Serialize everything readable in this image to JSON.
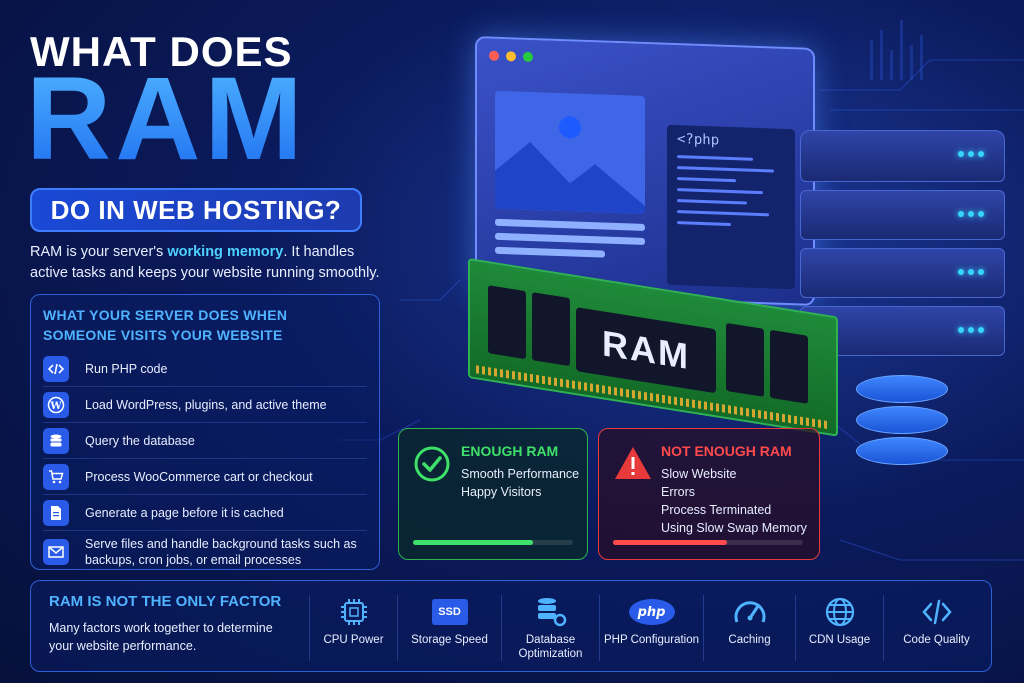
{
  "title": {
    "line1": "WHAT DOES",
    "line2": "RAM",
    "line3": "DO IN WEB HOSTING?"
  },
  "intro": {
    "before": "RAM is your server's ",
    "highlight": "working memory",
    "after": ". It handles active tasks and keeps your website running smoothly."
  },
  "steps": {
    "heading": "WHAT YOUR SERVER DOES WHEN SOMEONE VISITS YOUR WEBSITE",
    "items": [
      {
        "icon": "code-icon",
        "label": "Run PHP code"
      },
      {
        "icon": "wordpress-icon",
        "label": "Load WordPress, plugins, and active theme"
      },
      {
        "icon": "database-icon",
        "label": "Query the database"
      },
      {
        "icon": "cart-icon",
        "label": "Process WooCommerce cart or checkout"
      },
      {
        "icon": "document-icon",
        "label": "Generate a page before it is cached"
      },
      {
        "icon": "envelope-icon",
        "label": "Serve files and handle background tasks such as backups, cron jobs, or email processes"
      }
    ]
  },
  "illustration": {
    "code_label": "<?php",
    "ram_label": "RAM"
  },
  "enough": {
    "title": "ENOUGH RAM",
    "items": [
      "Smooth Performance",
      "Happy Visitors"
    ],
    "level": 0.75,
    "color": "#3fe06a"
  },
  "not_enough": {
    "title": "NOT ENOUGH RAM",
    "items": [
      "Slow Website",
      "Errors",
      "Process Terminated",
      "Using Slow Swap Memory"
    ],
    "level": 0.6,
    "color": "#ff4b4b"
  },
  "factors": {
    "heading": "RAM IS NOT THE ONLY FACTOR",
    "description": "Many factors work together to determine your website performance.",
    "items": [
      {
        "icon": "cpu-icon",
        "label": "CPU Power"
      },
      {
        "icon": "ssd-icon",
        "label": "Storage Speed",
        "badge": "SSD"
      },
      {
        "icon": "database-gear-icon",
        "label": "Database Optimization"
      },
      {
        "icon": "php-icon",
        "label": "PHP Configuration",
        "badge": "php"
      },
      {
        "icon": "gauge-icon",
        "label": "Caching"
      },
      {
        "icon": "globe-icon",
        "label": "CDN Usage"
      },
      {
        "icon": "code-icon",
        "label": "Code Quality"
      }
    ]
  },
  "colors": {
    "accent": "#4fb3ff",
    "primary": "#2a5be8",
    "success": "#3fe06a",
    "danger": "#ff4b4b"
  }
}
